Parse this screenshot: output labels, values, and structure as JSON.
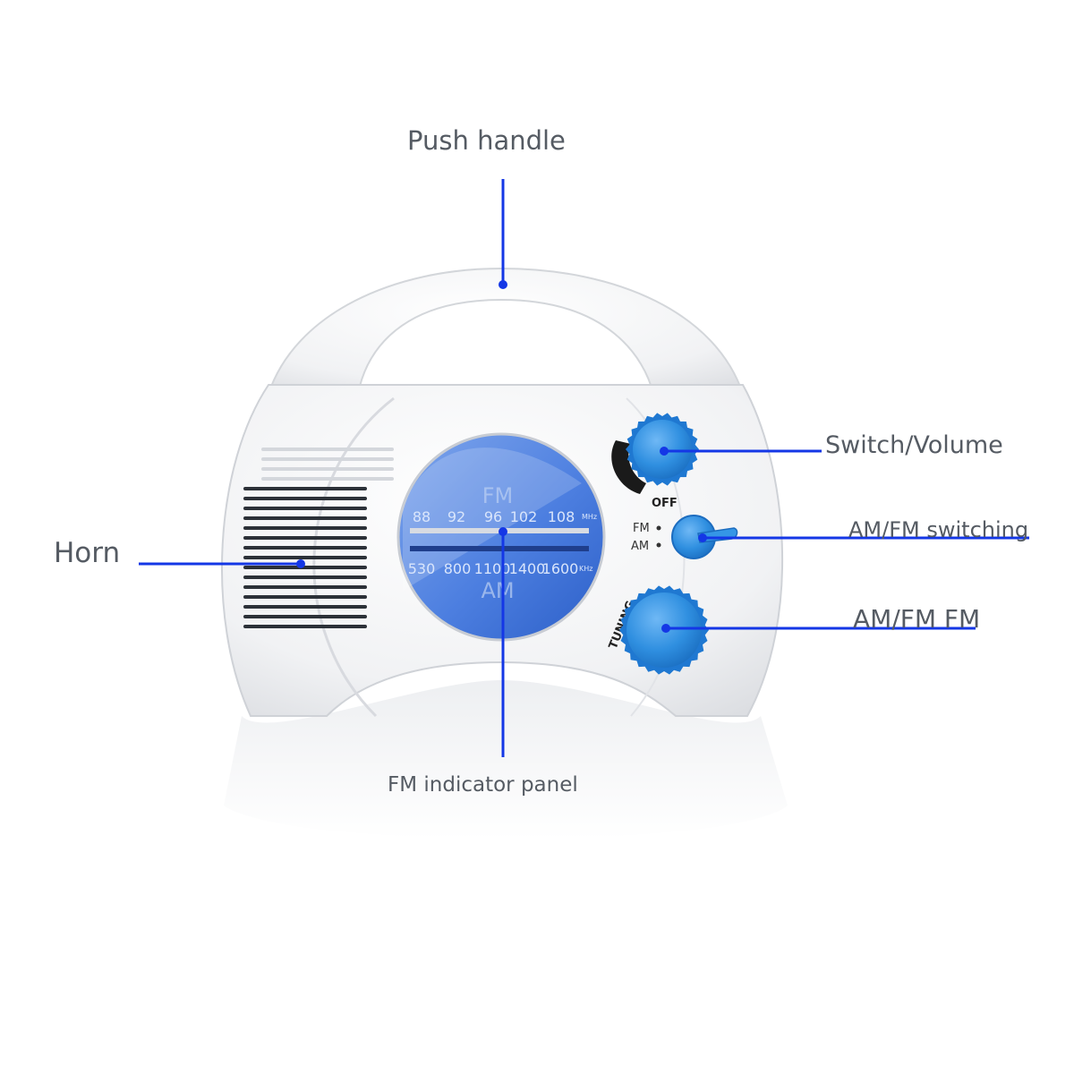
{
  "labels": {
    "push_handle": "Push handle",
    "horn": "Horn",
    "switch_volume": "Switch/Volume",
    "am_fm_switching": "AM/FM switching",
    "am_fm_tuning": "AM/FM FM",
    "fm_indicator_panel": "FM indicator panel"
  },
  "radio": {
    "fm_scale": [
      "88",
      "92",
      "96",
      "102",
      "108"
    ],
    "fm_unit": "MHz",
    "am_scale": [
      "530",
      "800",
      "1100",
      "1400",
      "1600"
    ],
    "am_unit": "KHz",
    "fm_band": "FM",
    "am_band": "AM",
    "off_text": "OFF",
    "tuning_text": "TUNING",
    "switch_fm": "FM",
    "switch_am": "AM"
  },
  "colors": {
    "callout": "#1437e6",
    "knob": "#2f8fe0",
    "dial": "#3d6fd8",
    "body": "#f4f5f7"
  }
}
